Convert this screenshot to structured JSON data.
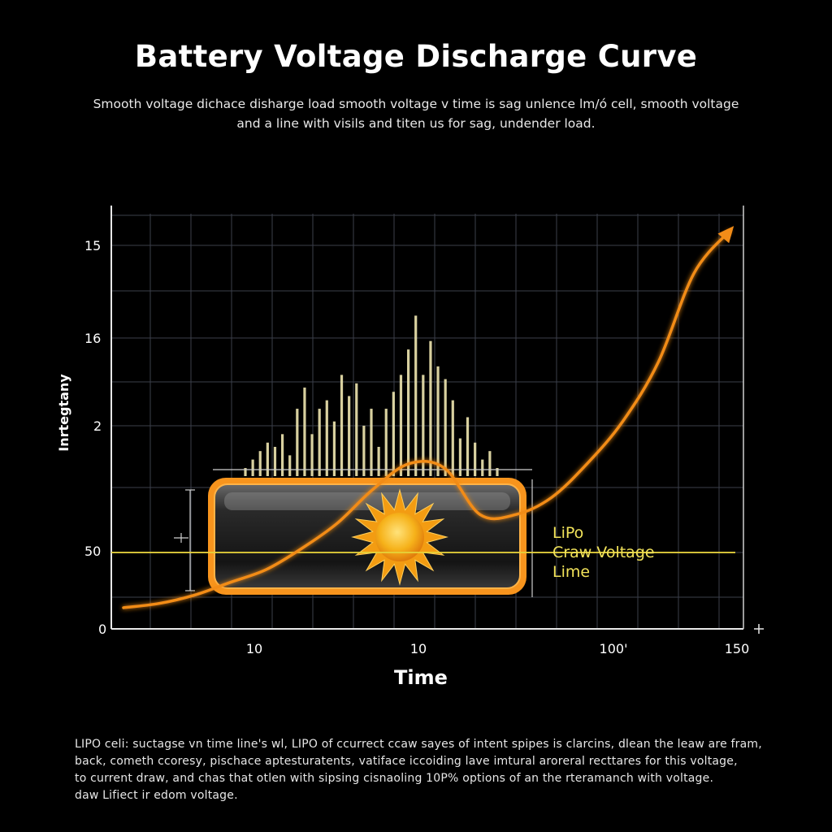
{
  "chart_data": {
    "type": "line",
    "title": "Battery Voltage Discharge Curve",
    "subtitle_lines": [
      "Smooth voltage dichace disharge load smooth voltage v time is sag unlence lm/ó cell, smooth voltage",
      "and a line with visils and titen us for sag, undender load."
    ],
    "xlabel": "Time",
    "ylabel": "Inrtegtany",
    "x_ticks": [
      "10",
      "10",
      "100'",
      "150"
    ],
    "y_ticks": [
      "15",
      "16",
      "2",
      "50",
      "0"
    ],
    "annotation_lines": [
      "LiPo",
      "Craw Voltage",
      "Lime"
    ],
    "series": [
      {
        "values": [
          0.05,
          0.06,
          0.08,
          0.11,
          0.14,
          0.19,
          0.25,
          0.33,
          0.39,
          0.38,
          0.27,
          0.27,
          0.31,
          0.39,
          0.49,
          0.63,
          0.84,
          0.94
        ]
      }
    ],
    "bars": [
      0.38,
      0.4,
      0.42,
      0.44,
      0.43,
      0.46,
      0.41,
      0.52,
      0.57,
      0.46,
      0.52,
      0.54,
      0.49,
      0.6,
      0.55,
      0.58,
      0.48,
      0.52,
      0.43,
      0.52,
      0.56,
      0.6,
      0.66,
      0.74,
      0.6,
      0.68,
      0.62,
      0.59,
      0.54,
      0.45,
      0.5,
      0.44,
      0.4,
      0.42,
      0.38
    ],
    "colors": {
      "curve": "#f28c18",
      "bars": "#efe7b0",
      "grid": "#3b3f4a",
      "battery": "#f7941d",
      "sun": "#f6b21a",
      "guide": "#e6d23a"
    }
  },
  "footer_lines": [
    "LIPO celi: suctagse vn time line's wl, LIPO of ccurrect ccaw sayes of intent spipes is clarcins, dlean the leaw are fram,",
    "back, cometh ccoresy, pischace aptesturatents, vatiface iccoiding lave imtural aroreral recttares for this voltage,",
    "to current draw, and chas that otlen with sipsing cisnaoling 10P% options of an the rteramanch with voltage.",
    "daw Lifiect ir edom voltage."
  ]
}
